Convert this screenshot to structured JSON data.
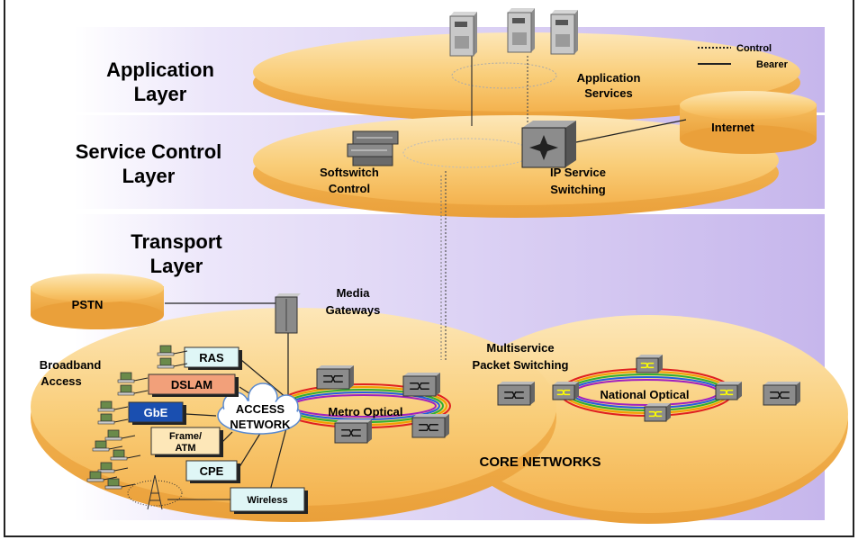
{
  "legend": {
    "control": "Control",
    "bearer": "Bearer"
  },
  "layers": {
    "application": [
      "Application",
      "Layer"
    ],
    "service_control": [
      "Service Control",
      "Layer"
    ],
    "transport": [
      "Transport",
      "Layer"
    ]
  },
  "labels": {
    "application_services": [
      "Application",
      "Services"
    ],
    "internet": "Internet",
    "softswitch": [
      "Softswitch",
      "Control"
    ],
    "ip_service": [
      "IP Service",
      "Switching"
    ],
    "pstn": "PSTN",
    "media_gateways": [
      "Media",
      "Gateways"
    ],
    "multiservice": [
      "Multiservice",
      "Packet Switching"
    ],
    "broadband_access": [
      "Broadband",
      "Access"
    ],
    "access_network": [
      "ACCESS",
      "NETWORK"
    ],
    "metro_optical": "Metro Optical",
    "national_optical": "National Optical",
    "core_networks": "CORE NETWORKS"
  },
  "access_boxes": {
    "ras": "RAS",
    "dslam": "DSLAM",
    "gbe": "GbE",
    "frame_atm": [
      "Frame/",
      "ATM"
    ],
    "cpe": "CPE",
    "wireless": "Wireless"
  },
  "colors": {
    "band": "#cfc2ef",
    "disc": "#f8c870",
    "disc_light": "#fde7b8",
    "dslam_box": "#f2a07a",
    "gbe_box": "#1a4fb0",
    "access_box": "#dff6f6"
  }
}
